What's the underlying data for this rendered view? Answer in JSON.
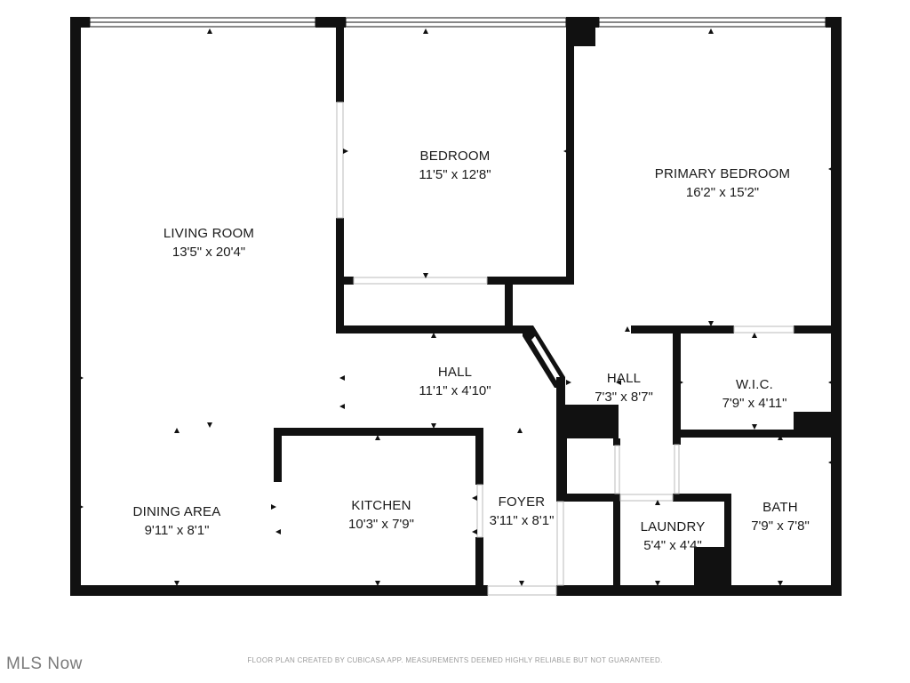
{
  "rooms": {
    "living_room": {
      "name": "LIVING ROOM",
      "dims": "13'5\" x 20'4\""
    },
    "bedroom": {
      "name": "BEDROOM",
      "dims": "11'5\" x 12'8\""
    },
    "primary_bedroom": {
      "name": "PRIMARY BEDROOM",
      "dims": "16'2\" x 15'2\""
    },
    "hall_main": {
      "name": "HALL",
      "dims": "11'1\" x 4'10\""
    },
    "hall_small": {
      "name": "HALL",
      "dims": "7'3\" x 8'7\""
    },
    "wic": {
      "name": "W.I.C.",
      "dims": "7'9\" x 4'11\""
    },
    "dining_area": {
      "name": "DINING AREA",
      "dims": "9'11\" x 8'1\""
    },
    "kitchen": {
      "name": "KITCHEN",
      "dims": "10'3\" x 7'9\""
    },
    "foyer": {
      "name": "FOYER",
      "dims": "3'11\" x 8'1\""
    },
    "laundry": {
      "name": "LAUNDRY",
      "dims": "5'4\" x 4'4\""
    },
    "bath": {
      "name": "BATH",
      "dims": "7'9\" x 7'8\""
    }
  },
  "footer": {
    "brand": "MLS Now",
    "disclaimer": "FLOOR PLAN CREATED BY CUBICASA APP. MEASUREMENTS DEEMED HIGHLY RELIABLE BUT NOT GUARANTEED."
  },
  "colors": {
    "wall": "#111111",
    "background": "#ffffff",
    "text": "#1a1a1a"
  }
}
